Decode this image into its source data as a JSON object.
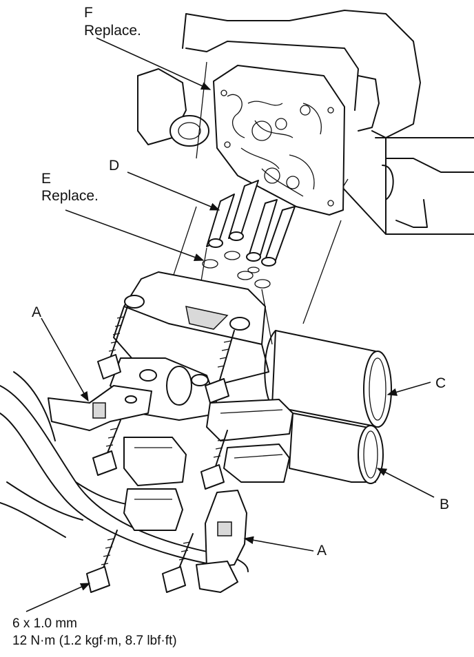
{
  "labels": {
    "f_letter": "F",
    "f_note": "Replace.",
    "d_letter": "D",
    "e_letter": "E",
    "e_note": "Replace.",
    "a_upper": "A",
    "a_lower": "A",
    "c_letter": "C",
    "b_letter": "B"
  },
  "spec": {
    "bolt_size": "6 x 1.0 mm",
    "torque": "12 N·m (1.2 kgf·m, 8.7 lbf·ft)"
  }
}
